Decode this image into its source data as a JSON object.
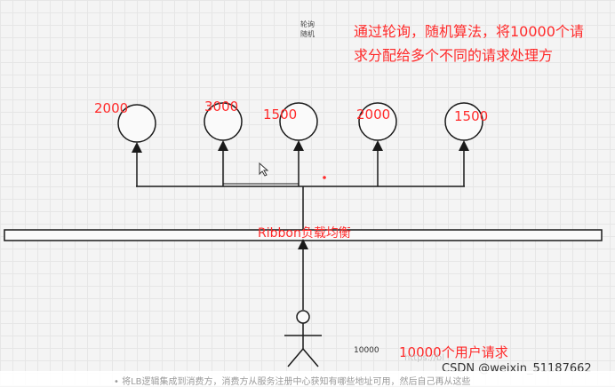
{
  "annotation": {
    "note_line1": "通过轮询，随机算法，将10000个请",
    "note_line2": "求分配给多个不同的请求处理方",
    "mode_line1": "轮询",
    "mode_line2": "随机"
  },
  "servers": [
    {
      "label": "2000"
    },
    {
      "label": "3000"
    },
    {
      "label": "1500"
    },
    {
      "label": "2000"
    },
    {
      "label": "1500"
    }
  ],
  "load_balancer": {
    "label": "Ribbon负载均衡"
  },
  "client": {
    "count_label": "10000",
    "description": "10000个用户请求"
  },
  "footer": {
    "watermark_faint": "https://bl",
    "watermark": "CSDN @weixin_51187662",
    "bottom_text": "• 将LB逻辑集成到消费方，消费方从服务注册中心获知有哪些地址可用，然后自己再从这些"
  },
  "colors": {
    "annotation": "#ff2a2a",
    "lines": "#1a1a1a",
    "background": "#f4f4f4"
  }
}
